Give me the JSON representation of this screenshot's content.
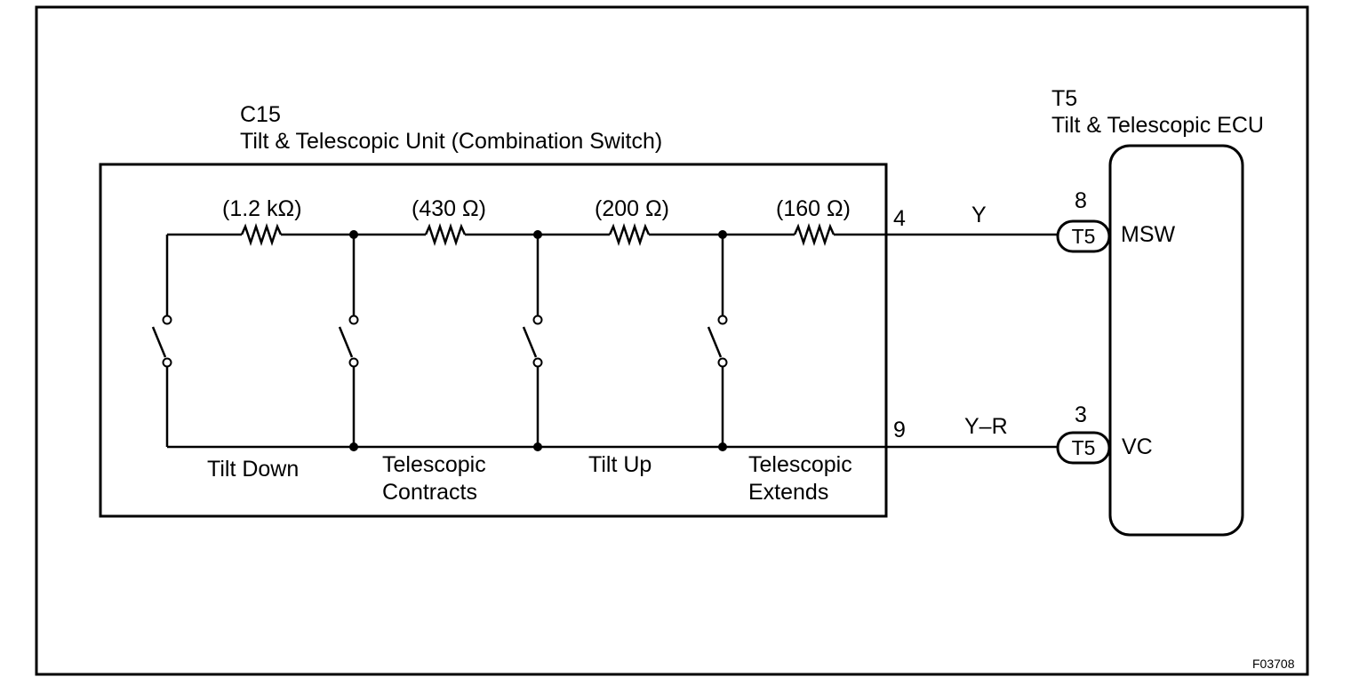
{
  "c15": {
    "code": "C15",
    "name": "Tilt & Telescopic Unit (Combination Switch)"
  },
  "t5": {
    "code": "T5",
    "name": "Tilt & Telescopic ECU"
  },
  "resistors": [
    {
      "value": "(1.2 kΩ)"
    },
    {
      "value": "(430 Ω)"
    },
    {
      "value": "(200 Ω)"
    },
    {
      "value": "(160 Ω)"
    }
  ],
  "switches": [
    {
      "label_line1": "Tilt Down",
      "label_line2": ""
    },
    {
      "label_line1": "Telescopic",
      "label_line2": "Contracts"
    },
    {
      "label_line1": "Tilt Up",
      "label_line2": ""
    },
    {
      "label_line1": "Telescopic",
      "label_line2": "Extends"
    }
  ],
  "wires": [
    {
      "unit_pin": "4",
      "color": "Y",
      "ecu_pin": "8",
      "connector": "T5",
      "terminal": "MSW"
    },
    {
      "unit_pin": "9",
      "color": "Y–R",
      "ecu_pin": "3",
      "connector": "T5",
      "terminal": "VC"
    }
  ],
  "figure_id": "F03708"
}
